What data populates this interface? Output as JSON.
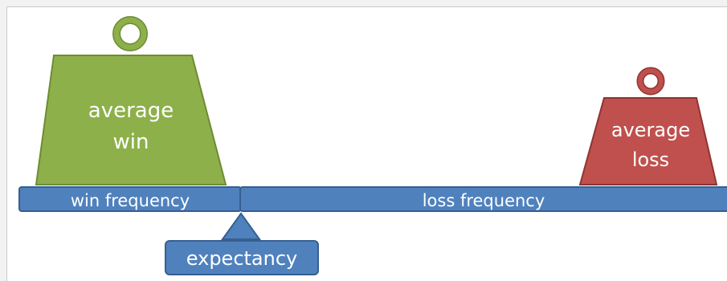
{
  "weights": {
    "win": {
      "line1": "average",
      "line2": "win",
      "fill": "#8db04a",
      "stroke": "#6d8c32"
    },
    "loss": {
      "line1": "average",
      "line2": "loss",
      "fill": "#c0504d",
      "stroke": "#8f3431"
    }
  },
  "beam": {
    "win_label": "win frequency",
    "loss_label": "loss frequency",
    "fill": "#4f81bd",
    "stroke": "#365f91"
  },
  "fulcrum": {
    "label": "expectancy"
  }
}
